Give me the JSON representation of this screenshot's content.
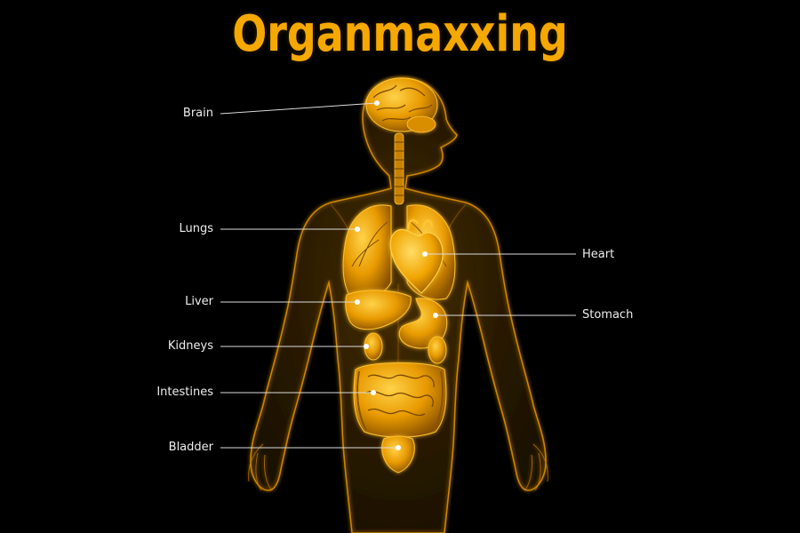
{
  "title": "Organmaxxing",
  "colors": {
    "background": "#000000",
    "accent": "#F5A800",
    "body_glow": "#D98E00",
    "label_text": "#EDEDED",
    "leader_line": "#DDDDDD"
  },
  "labels": {
    "brain": "Brain",
    "lungs": "Lungs",
    "liver": "Liver",
    "kidneys": "Kidneys",
    "intestines": "Intestines",
    "bladder": "Bladder",
    "heart": "Heart",
    "stomach": "Stomach"
  }
}
